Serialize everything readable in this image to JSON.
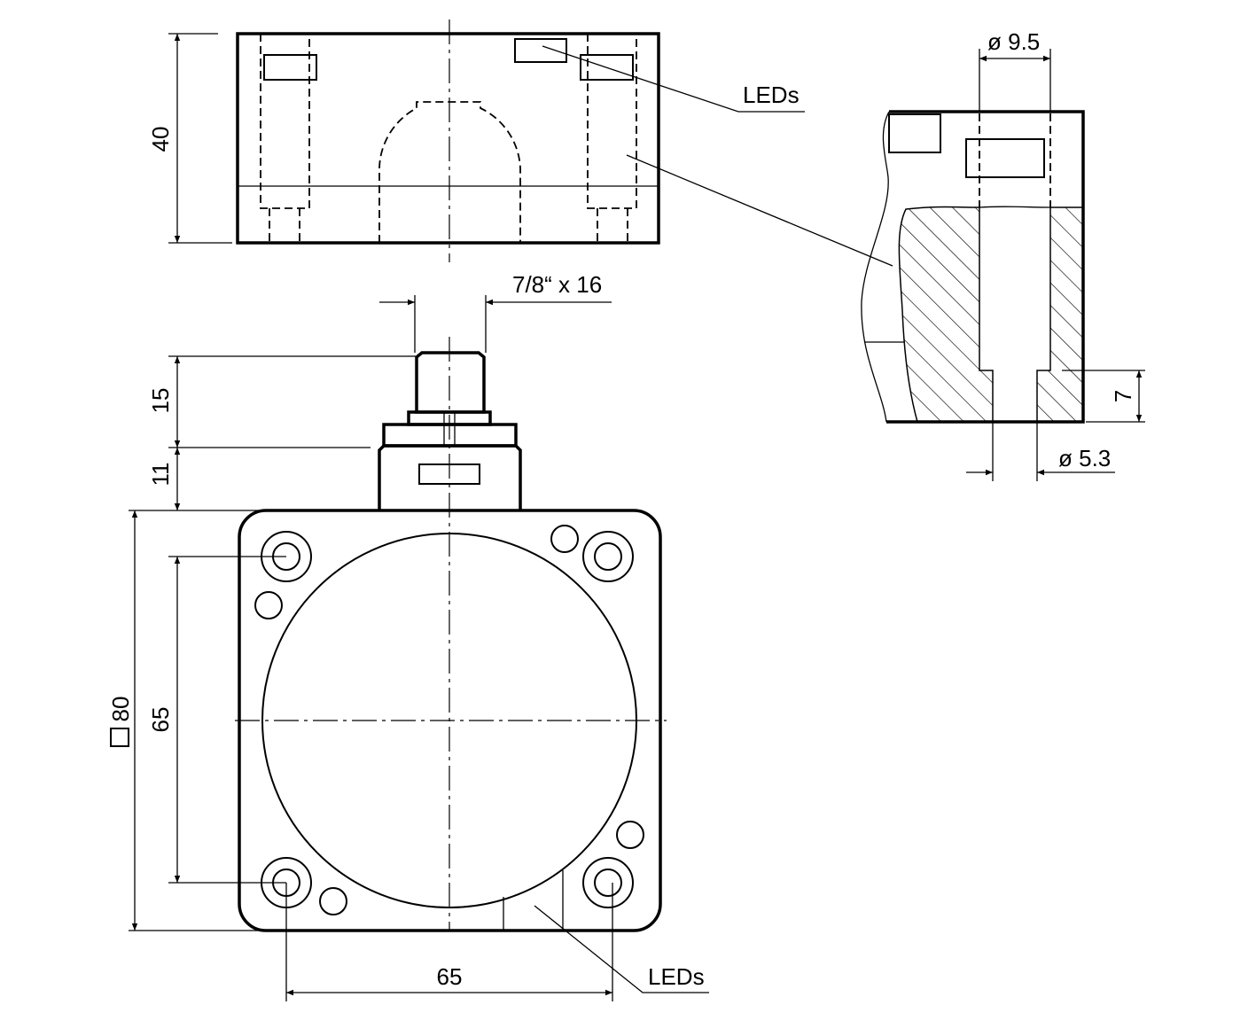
{
  "labels": {
    "height_40": "40",
    "leds_top": "LEDs",
    "diam_9_5": "ø 9.5",
    "thread": "7/8“ x 16",
    "dim_15": "15",
    "dim_11": "11",
    "square_80": "80",
    "hole_spacing_vertical_65": "65",
    "hole_spacing_horizontal_65": "65",
    "dim_7": "7",
    "diam_5_3": "ø 5.3",
    "leds_bottom": "LEDs"
  }
}
